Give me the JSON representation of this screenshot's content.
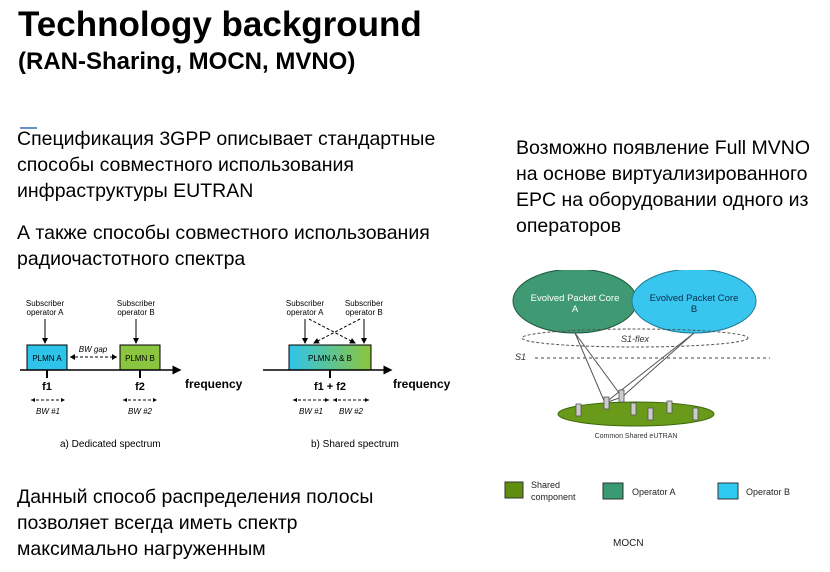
{
  "slide": {
    "title": "Technology background",
    "subtitle": "(RAN-Sharing, MOCN, MVNO)",
    "para1": "Спецификация 3GPP описывает стандартные способы совместного использования инфраструктуры EUTRAN",
    "para2": "А также способы совместного использования радиочастотного спектра",
    "para3": "Данный способ распределения полосы позволяет всегда иметь спектр максимально нагруженным",
    "para_right": "Возможно появление Full MVNO на основе виртуализированного EPC на оборудовании одного из операторов"
  },
  "spectrum": {
    "dedicated": {
      "sub_a_line1": "Subscriber",
      "sub_a_line2": "operator A",
      "sub_b_line1": "Subscriber",
      "sub_b_line2": "operator B",
      "plmn_a": "PLMN A",
      "plmn_b": "PLMN B",
      "bw_gap": "BW gap",
      "f1": "f1",
      "f2": "f2",
      "frequency": "frequency",
      "bw1": "BW #1",
      "bw2": "BW #2",
      "caption": "a) Dedicated spectrum"
    },
    "shared": {
      "sub_a_line1": "Subscriber",
      "sub_a_line2": "operator A",
      "sub_b_line1": "Subscriber",
      "sub_b_line2": "operator B",
      "plmn_ab": "PLMN A & B",
      "f12": "f1 + f2",
      "frequency": "frequency",
      "bw1": "BW #1",
      "bw2": "BW #2",
      "caption": "b) Shared spectrum"
    }
  },
  "mocn": {
    "epc_a_line1": "Evolved Packet Core",
    "epc_a_line2": "A",
    "epc_b_line1": "Evolved Packet Core",
    "epc_b_line2": "B",
    "s1flex": "S1-flex",
    "s1": "S1",
    "eutran": "Common Shared eUTRAN",
    "legend": [
      {
        "line1": "Shared",
        "line2": "component",
        "color": "#5f8d10"
      },
      {
        "line1": "Operator A",
        "line2": "",
        "color": "#3a9a72"
      },
      {
        "line1": "Operator B",
        "line2": "",
        "color": "#2ec9ef"
      }
    ],
    "caption": "MOCN"
  },
  "colors": {
    "plmn_a": "#2fc3ea",
    "plmn_b": "#8bc53f",
    "epc_a": "#3f9a73",
    "epc_b": "#38c6ee",
    "ground": "#6a9a1a"
  }
}
